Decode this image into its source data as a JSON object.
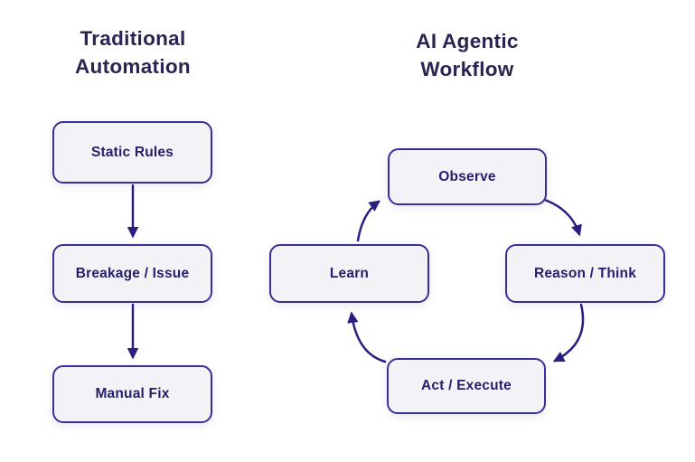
{
  "diagram": {
    "colors": {
      "background": "#ffffff",
      "title_text": "#2b2453",
      "node_border": "#37309a",
      "node_fill": "#f3f3f7",
      "node_text": "#241f6b",
      "arrow": "#281f80"
    },
    "left_panel": {
      "title_line1": "Traditional",
      "title_line2": "Automation",
      "nodes": [
        {
          "label": "Static Rules"
        },
        {
          "label": "Breakage / Issue"
        },
        {
          "label": "Manual Fix"
        }
      ],
      "flow": "Static Rules -> Breakage / Issue -> Manual Fix"
    },
    "right_panel": {
      "title_line1": "AI Agentic",
      "title_line2": "Workflow",
      "nodes": [
        {
          "label": "Observe"
        },
        {
          "label": "Reason / Think"
        },
        {
          "label": "Act / Execute"
        },
        {
          "label": "Learn"
        }
      ],
      "flow": "Observe -> Reason / Think -> Act / Execute -> Learn -> Observe"
    }
  }
}
